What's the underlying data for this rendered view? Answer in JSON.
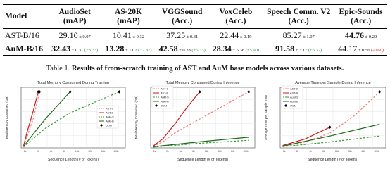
{
  "table": {
    "headers": [
      {
        "line1": "Model",
        "line2": ""
      },
      {
        "line1": "AudioSet",
        "line2": "(mAP)"
      },
      {
        "line1": "AS-20K",
        "line2": "(mAP)"
      },
      {
        "line1": "VGGSound",
        "line2": "(Acc.)"
      },
      {
        "line1": "VoxCeleb",
        "line2": "(Acc.)"
      },
      {
        "line1": "Speech Comm. V2",
        "line2": "(Acc.)"
      },
      {
        "line1": "Epic-Sounds",
        "line2": "(Acc.)"
      }
    ],
    "rows": [
      {
        "model": "AST-B/16",
        "cells": [
          {
            "value": "29.10",
            "pm": "± 0.07",
            "delta": "",
            "delta_type": "",
            "bold": false
          },
          {
            "value": "10.41",
            "pm": "± 0.32",
            "delta": "",
            "delta_type": "",
            "bold": false
          },
          {
            "value": "37.25",
            "pm": "± 0.31",
            "delta": "",
            "delta_type": "",
            "bold": false
          },
          {
            "value": "22.44",
            "pm": "± 0.19",
            "delta": "",
            "delta_type": "",
            "bold": false
          },
          {
            "value": "85.27",
            "pm": "± 1.07",
            "delta": "",
            "delta_type": "",
            "bold": false
          },
          {
            "value": "44.76",
            "pm": "± 0.20",
            "delta": "",
            "delta_type": "",
            "bold": true
          }
        ]
      },
      {
        "model": "AuM-B/16",
        "cells": [
          {
            "value": "32.43",
            "pm": "± 0.31",
            "delta": "(+3.33)",
            "delta_type": "gain",
            "bold": true
          },
          {
            "value": "13.28",
            "pm": "± 1.07",
            "delta": "(+2.87)",
            "delta_type": "gain",
            "bold": true
          },
          {
            "value": "42.58",
            "pm": "± 0.28",
            "delta": "(+5.33)",
            "delta_type": "gain",
            "bold": true
          },
          {
            "value": "28.34",
            "pm": "± 5.38",
            "delta": "(+5.90)",
            "delta_type": "gain",
            "bold": true
          },
          {
            "value": "91.58",
            "pm": "± 3.17",
            "delta": "(+6.32)",
            "delta_type": "gain",
            "bold": true
          },
          {
            "value": "44.17",
            "pm": "± 0.56",
            "delta": "(-0.60)",
            "delta_type": "loss",
            "bold": false
          }
        ]
      }
    ]
  },
  "caption": {
    "prefix": "Table 1.",
    "text": "Results of from-scratch training of AST and AuM base models across various datasets."
  },
  "colors": {
    "AST-S": "#f08080",
    "AST-B": "#cc1a1a",
    "AuM-S": "#3a9a3a",
    "AuM-B": "#1a6b1a",
    "OOM": "#000000"
  },
  "chart_data": [
    {
      "type": "line",
      "title": "Total Memory Consumed During Training",
      "xlabel": "Sequence Length (# of Tokens)",
      "ylabel": "Total Memory Consumed (GB)",
      "x_ticks": [
        "1k",
        "2k",
        "4k",
        "8k",
        "16k",
        "32k",
        "64k",
        "128k"
      ],
      "y_ticks": [],
      "legend": [
        "AST-S",
        "AST-B",
        "AuM-S",
        "AuM-B",
        "OOM"
      ],
      "legend_position": "right",
      "series": [
        {
          "name": "AST-S",
          "dash": true,
          "points": [
            [
              0.4,
              1.5
            ],
            [
              1,
              10
            ],
            [
              2,
              25
            ],
            [
              3,
              48
            ]
          ]
        },
        {
          "name": "AST-B",
          "dash": false,
          "points": [
            [
              0.4,
              1.8
            ],
            [
              1,
              14
            ],
            [
              2,
              32
            ],
            [
              2.8,
              48
            ]
          ]
        },
        {
          "name": "AuM-S",
          "dash": true,
          "points": [
            [
              0.4,
              0.8
            ],
            [
              2,
              8
            ],
            [
              4,
              17
            ],
            [
              8,
              30
            ],
            [
              16,
              48
            ]
          ]
        },
        {
          "name": "AuM-B",
          "dash": false,
          "points": [
            [
              0.4,
              1
            ],
            [
              2,
              12
            ],
            [
              4,
              25
            ],
            [
              8,
              48
            ]
          ]
        }
      ],
      "oom_points": [
        [
          3,
          48
        ],
        [
          2.8,
          48
        ],
        [
          16,
          48
        ],
        [
          8,
          48
        ]
      ]
    },
    {
      "type": "line",
      "title": "Total Memory Consumed During Inference",
      "xlabel": "Sequence Length (# of Tokens)",
      "ylabel": "Total Memory Consumed (GB)",
      "x_ticks": [
        "1k",
        "2k",
        "4k",
        "8k",
        "16k",
        "32k",
        "64k",
        "128k"
      ],
      "y_ticks": [],
      "legend": [
        "AST-S",
        "AST-B",
        "AuM-S",
        "AuM-B",
        "OOM"
      ],
      "legend_position": "top-left",
      "series": [
        {
          "name": "AST-S",
          "dash": true,
          "points": [
            [
              0.4,
              1
            ],
            [
              2,
              4
            ],
            [
              4,
              10
            ],
            [
              8,
              19
            ],
            [
              12,
              28
            ],
            [
              16,
              37
            ]
          ]
        },
        {
          "name": "AST-B",
          "dash": false,
          "points": [
            [
              0.4,
              1.2
            ],
            [
              2,
              6
            ],
            [
              4,
              16
            ],
            [
              6,
              27
            ],
            [
              8,
              37
            ]
          ]
        },
        {
          "name": "AuM-S",
          "dash": true,
          "points": [
            [
              0.4,
              0.5
            ],
            [
              8,
              3
            ],
            [
              16,
              5
            ]
          ]
        },
        {
          "name": "AuM-B",
          "dash": false,
          "points": [
            [
              0.4,
              0.8
            ],
            [
              8,
              4
            ],
            [
              16,
              7
            ]
          ]
        }
      ],
      "oom_points": [
        [
          16,
          37
        ],
        [
          8,
          37
        ]
      ]
    },
    {
      "type": "line",
      "title": "Average Time per Sample During Inference",
      "xlabel": "Sequence Length (# of Tokens)",
      "ylabel": "Average Time per Sample (ms)",
      "x_ticks": [
        "1k",
        "2k",
        "4k",
        "8k",
        "16k",
        "32k",
        "64k",
        "128k"
      ],
      "y_ticks": [],
      "legend": [
        "AST-S",
        "AST-B",
        "AuM-S",
        "AuM-B",
        "OOM"
      ],
      "legend_position": "top-left",
      "series": [
        {
          "name": "AST-S",
          "dash": true,
          "points": [
            [
              0.4,
              0.5
            ],
            [
              4,
              2
            ],
            [
              8,
              5
            ],
            [
              12,
              11
            ],
            [
              16,
              19
            ]
          ]
        },
        {
          "name": "AST-B",
          "dash": false,
          "points": [
            [
              0.4,
              0.8
            ],
            [
              4,
              3
            ],
            [
              6,
              5
            ],
            [
              8,
              7
            ]
          ]
        },
        {
          "name": "AuM-S",
          "dash": true,
          "points": [
            [
              0.4,
              0.4
            ],
            [
              8,
              2
            ],
            [
              16,
              4
            ]
          ]
        },
        {
          "name": "AuM-B",
          "dash": false,
          "points": [
            [
              0.4,
              0.6
            ],
            [
              8,
              4
            ],
            [
              16,
              8
            ]
          ]
        }
      ],
      "oom_points": [
        [
          16,
          19
        ],
        [
          8,
          7
        ]
      ]
    }
  ]
}
